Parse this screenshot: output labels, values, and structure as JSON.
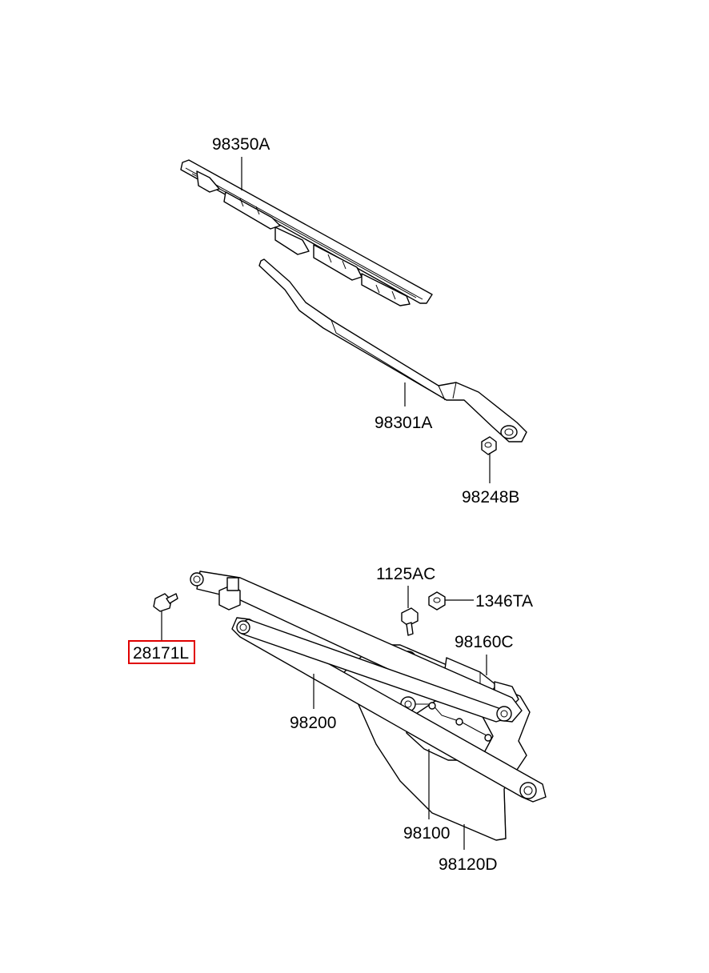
{
  "parts": {
    "blade": "98350A",
    "arm": "98301A",
    "arm_nut": "98248B",
    "bolt_1": "1125AC",
    "nut": "1346TA",
    "connector": "98160C",
    "linkage_bolt": "28171L",
    "linkage": "98200",
    "motor": "98100",
    "bracket": "98120D"
  },
  "highlight": {
    "part": "28171L",
    "color": "#e00000"
  }
}
